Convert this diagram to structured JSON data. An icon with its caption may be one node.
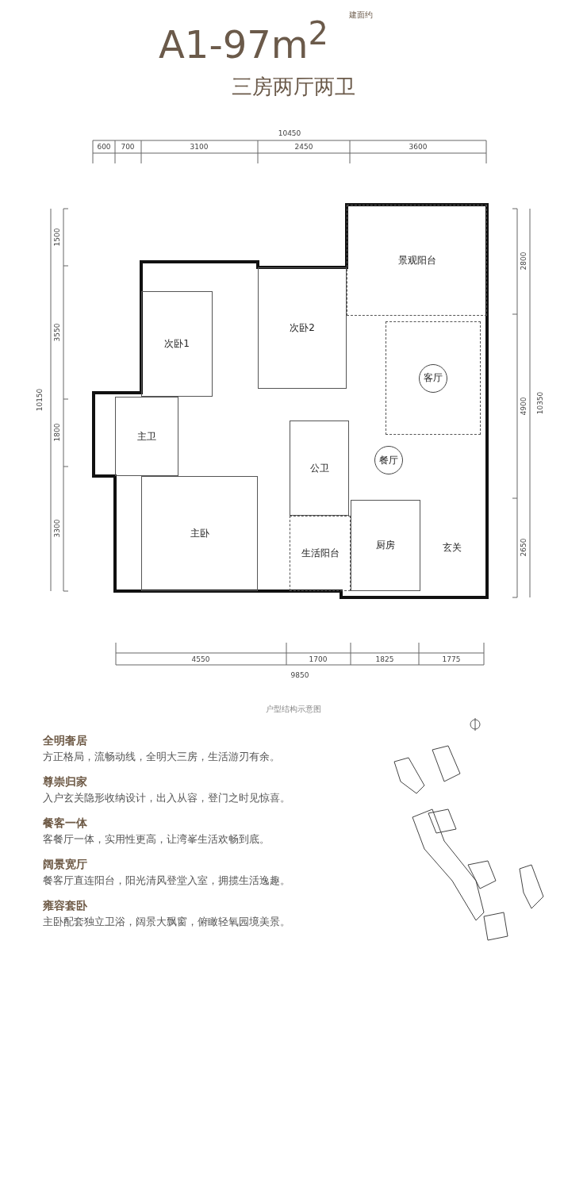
{
  "diagram": {
    "title": "A1-97m$^{2}$",
    "caption": "户型结构示意图",
    "nodes": [
      {
        "text": [
          "景观阳台"
        ]
      },
      {
        "text": [
          "次卧2"
        ]
      },
      {
        "text": [
          "次卧1"
        ]
      },
      {
        "text": [
          "客厅"
        ]
      },
      {
        "text": [
          "主卫"
        ]
      },
      {
        "text": [
          "餐厅"
        ]
      },
      {
        "text": [
          "主卧"
        ]
      },
      {
        "text": [
          "公卫"
        ]
      },
      {
        "text": [
          "厨房"
        ]
      },
      {
        "text": [
          "玄关"
        ]
      },
      {
        "text": [
          "生活阳台"
        ]
      }
    ],
    "labels": [
      "建面约",
      "三房两厅两卫",
      "10450",
      "600",
      "700",
      "3100",
      "2450",
      "3600",
      "1500",
      "3550",
      "10150",
      "1800",
      "3300",
      "2800",
      "4900",
      "10350",
      "2650",
      "4550",
      "1700",
      "1825",
      "1775",
      "9850",
      "全明奢居",
      "方正格局，流畅动线，全明大三房，生活游刃有余。",
      "尊崇归家",
      "入户玄关隐形收纳设计，出入从容，登门之时见惊喜。",
      "餐客一体",
      "客餐厅一体，实用性更高，让湾峯生活欢畅到底。",
      "阔景宽厅",
      "餐客厅直连阳台，阳光清风登堂入室，拥揽生活逸趣。",
      "雍容套卧",
      "主卧配套独立卫浴，阔景大飘窗，俯瞰轻氧园境美景。"
    ]
  }
}
